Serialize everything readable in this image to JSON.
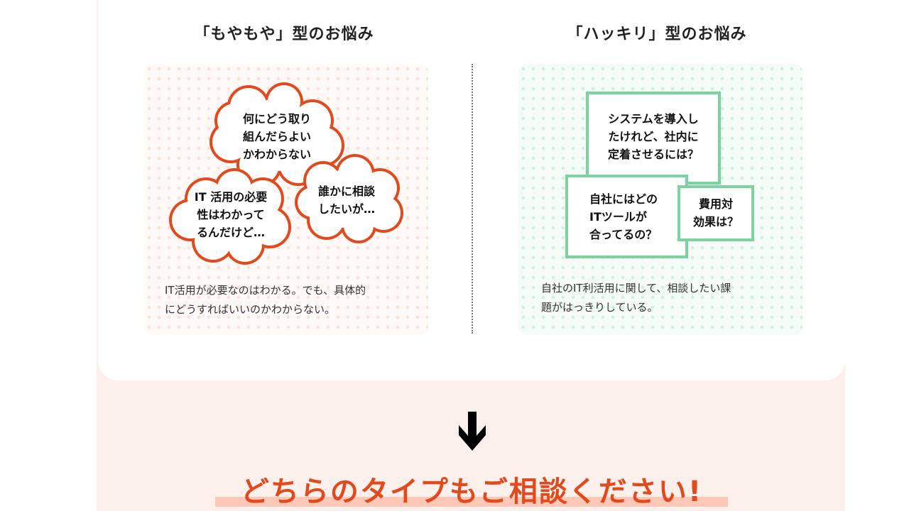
{
  "left": {
    "title": "「もやもや」型のお悩み",
    "clouds": [
      "何にどう取り\n組んだらよい\nかわからない",
      "IT 活用の必要\n性はわかって\nるんだけど…",
      "誰かに相談\nしたいが…"
    ],
    "description": "IT活用が必要なのはわかる。でも、具体的\nにどうすればいいのかわからない。"
  },
  "right": {
    "title": "「ハッキリ」型のお悩み",
    "boxes": [
      "システムを導入し\nたけれど、社内に\n定着させるには？",
      "自社にはどの\nITツールが\n合ってるの？",
      "費用対\n効果は？"
    ],
    "description": "自社のIT利活用に関して、相談したい課\n題がはっきりしている。"
  },
  "cta": "どちらのタイプもご相談ください!",
  "colors": {
    "accent": "#e24a1e",
    "green": "#7dd3a0",
    "band": "#fcf0ec"
  }
}
